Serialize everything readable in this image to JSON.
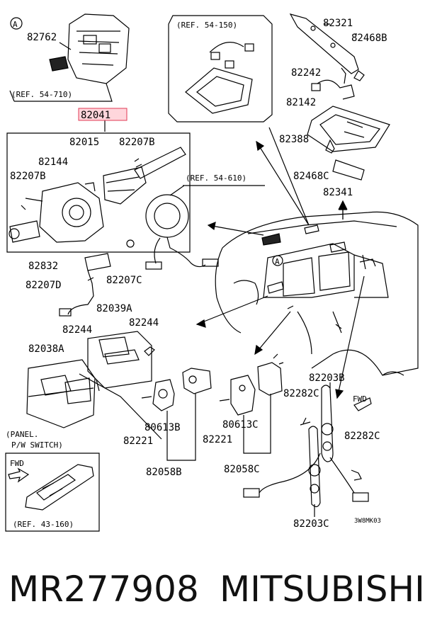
{
  "labels": {
    "circle_a_top": "A",
    "circle_a_car": "A",
    "p82762": "82762",
    "ref_54_710": "(REF. 54-710)",
    "p82041": "82041",
    "p82015": "82015",
    "p82207b_a": "82207B",
    "p82144": "82144",
    "p82207b_b": "82207B",
    "ref_54_150": "(REF. 54-150)",
    "p82321": "82321",
    "p82468b": "82468B",
    "p82242": "82242",
    "p82142": "82142",
    "p82388": "82388",
    "p82468c": "82468C",
    "p82341": "82341",
    "ref_54_610": "(REF. 54-610)",
    "p82832": "82832",
    "p82207d": "82207D",
    "p82207c": "82207C",
    "p82039a": "82039A",
    "p82244_a": "82244",
    "p82244_b": "82244",
    "p82038a": "82038A",
    "panel_line1": "(PANEL.",
    "panel_line2": "P/W SWITCH)",
    "fwd_left": "FWD",
    "ref_43_160": "(REF. 43-160)",
    "p80613b": "80613B",
    "p82221_a": "82221",
    "p82058b": "82058B",
    "p80613c": "80613C",
    "p82221_b": "82221",
    "p82058c": "82058C",
    "p82203b": "82203B",
    "p82282c_a": "82282C",
    "fwd_right": "FWD",
    "p82282c_b": "82282C",
    "p82203c": "82203C",
    "code": "3W8MK03"
  },
  "footer": {
    "part_number": "MR277908",
    "brand": "MITSUBISHI"
  },
  "colors": {
    "highlight_fill": "#ffd6dc",
    "highlight_stroke": "#e23a55",
    "line": "#000000"
  }
}
